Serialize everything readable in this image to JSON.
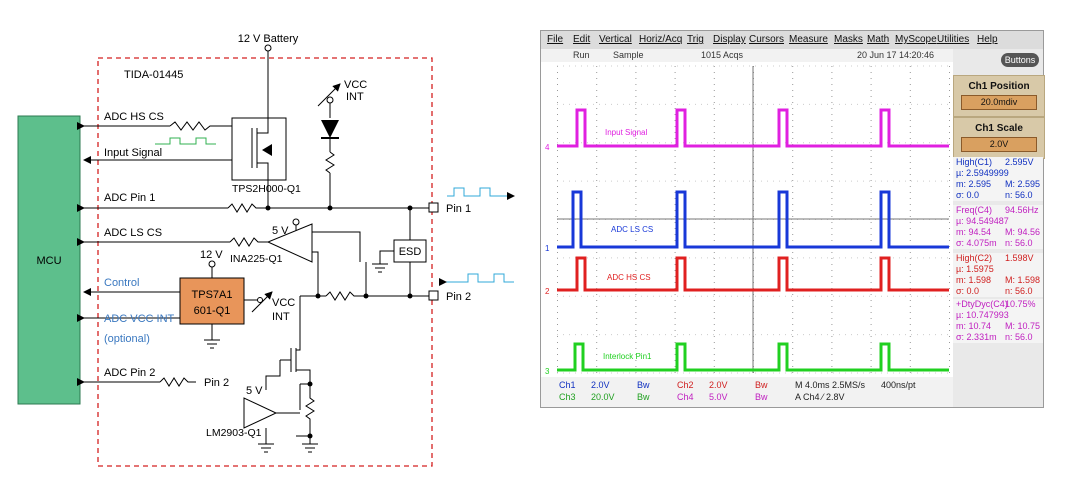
{
  "schematic": {
    "battery_label": "12 V Battery",
    "board_label": "TIDA-01445",
    "vcc_int_top": [
      "VCC",
      "INT"
    ],
    "mcu_label": "MCU",
    "switch_label": "TPS2H000-Q1",
    "amp_label": "INA225-Q1",
    "supply_5v_amp": "5 V",
    "esd_label": "ESD",
    "ldo_label": [
      "TPS7A1",
      "601-Q1"
    ],
    "ldo_supply": "12 V",
    "vcc_int_ldo": [
      "VCC",
      "INT"
    ],
    "comp_supply": "5 V",
    "comp_label": "LM2903-Q1",
    "pin1_label": "Pin 1",
    "pin2_label": "Pin 2",
    "pin2_small": "Pin 2",
    "signals": {
      "adc_hs_cs": "ADC HS CS",
      "input_signal": "Input Signal",
      "adc_pin1": "ADC Pin 1",
      "adc_ls_cs": "ADC LS CS",
      "control": "Control",
      "adc_vcc_int": "ADC VCC INT",
      "optional": "(optional)",
      "adc_pin2": "ADC Pin 2"
    },
    "colors": {
      "mcu_fill": "#5dbf8c",
      "ldo_fill": "#e8955a",
      "board_border": "#d42020",
      "blue_text": "#3a78c0",
      "arrow_teal": "#30a8d8",
      "green_pulse": "#30b050"
    }
  },
  "scope": {
    "menu": [
      "File",
      "Edit",
      "Vertical",
      "Horiz/Acq",
      "Trig",
      "Display",
      "Cursors",
      "Measure",
      "Masks",
      "Math",
      "MyScope",
      "Utilities",
      "Help"
    ],
    "status": {
      "run": "Run",
      "mode": "Sample",
      "acqs": "1015 Acqs",
      "date": "20 Jun 17 14:20:46"
    },
    "buttons_label": "Buttons",
    "ch1_position": {
      "title": "Ch1 Position",
      "value": "20.0mdiv"
    },
    "ch1_scale": {
      "title": "Ch1 Scale",
      "value": "2.0V"
    },
    "measurements": [
      {
        "title": "High(C1)",
        "title_val": "2.595V",
        "color": "#1030c0",
        "rows": [
          [
            "µ: 2.5949999",
            ""
          ],
          [
            "m: 2.595",
            "M: 2.595"
          ],
          [
            "σ: 0.0",
            "n: 56.0"
          ]
        ]
      },
      {
        "title": "Freq(C4)",
        "title_val": "94.56Hz",
        "color": "#c020c0",
        "rows": [
          [
            "µ: 94.549487",
            ""
          ],
          [
            "m: 94.54",
            "M: 94.56"
          ],
          [
            "σ: 4.075m",
            "n: 56.0"
          ]
        ]
      },
      {
        "title": "High(C2)",
        "title_val": "1.598V",
        "color": "#d02020",
        "rows": [
          [
            "µ: 1.5975",
            ""
          ],
          [
            "m: 1.598",
            "M: 1.598"
          ],
          [
            "σ: 0.0",
            "n: 56.0"
          ]
        ]
      },
      {
        "title": "+DtyDyc(C4)",
        "title_val": "10.75%",
        "color": "#c020c0",
        "rows": [
          [
            "µ: 10.747993",
            ""
          ],
          [
            "m: 10.74",
            "M: 10.75"
          ],
          [
            "σ: 2.331m",
            "n: 56.0"
          ]
        ]
      }
    ],
    "traces": [
      {
        "label": "Input Signal",
        "marker": "4",
        "color": "#e020e0"
      },
      {
        "label": "ADC LS CS",
        "marker": "1",
        "color": "#1838d8"
      },
      {
        "label": "ADC HS CS",
        "marker": "2",
        "color": "#e02020"
      },
      {
        "label": "Interlock Pin1",
        "marker": "3",
        "color": "#20d020"
      }
    ],
    "bottom": {
      "ch1": "Ch1",
      "ch1_v": "2.0V",
      "ch2": "Ch2",
      "ch2_v": "2.0V",
      "ch3": "Ch3",
      "ch3_v": "20.0V",
      "ch4": "Ch4",
      "ch4_v": "5.0V",
      "bw": "Bw",
      "timebase": "M 4.0ms 2.5MS/s",
      "resolution": "400ns/pt",
      "trigger": "A  Ch4  ⁄  2.8V"
    }
  }
}
